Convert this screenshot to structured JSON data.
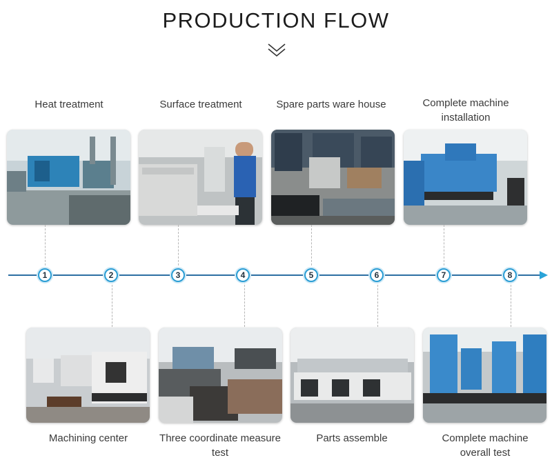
{
  "header": {
    "title": "PRODUCTION FLOW",
    "chevron_icon": "double-chevron-down-icon"
  },
  "steps": [
    {
      "number": "1",
      "label": "Heat treatment"
    },
    {
      "number": "2",
      "label": "Machining center"
    },
    {
      "number": "3",
      "label": "Surface treatment"
    },
    {
      "number": "4",
      "label": "Three coordinate measure test"
    },
    {
      "number": "5",
      "label": "Spare parts ware house"
    },
    {
      "number": "6",
      "label": "Parts assemble"
    },
    {
      "number": "7",
      "label": "Complete machine installation"
    },
    {
      "number": "8",
      "label": "Complete machine overall test"
    }
  ],
  "colors": {
    "accent": "#2a9dd4",
    "axis": "#2c6fa3",
    "machine_blue": "#2f7fc8"
  }
}
